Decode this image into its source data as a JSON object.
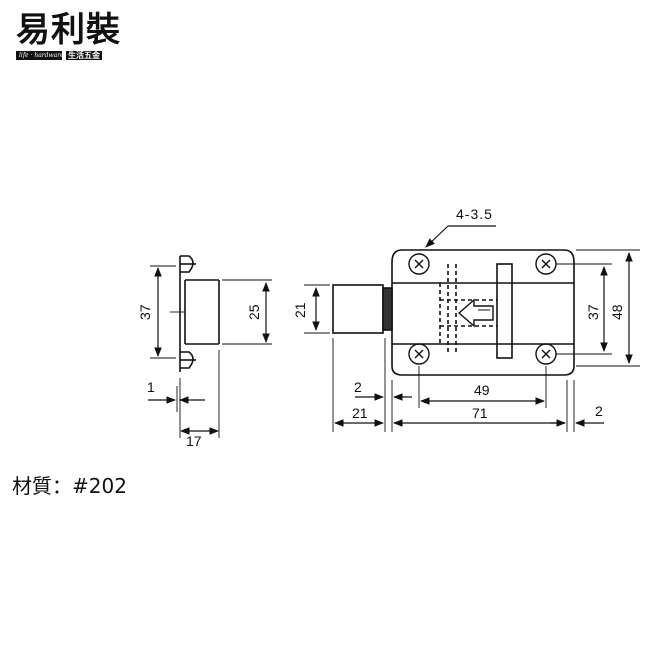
{
  "brand": {
    "name": "易利裝",
    "tagline_en": "life · hardware",
    "tagline_cn": "生活五金"
  },
  "material": "材質：#202",
  "dimensions": {
    "hole_spec": "4-3.5",
    "side_height": "37",
    "side_inner": "25",
    "side_thickness": "1",
    "side_width": "17",
    "bolt_diameter": "21",
    "gap_left": "2",
    "bolt_extension": "21",
    "hole_spacing_w": "49",
    "plate_length": "71",
    "gap_right": "2",
    "hole_spacing_h": "37",
    "plate_height": "48"
  }
}
